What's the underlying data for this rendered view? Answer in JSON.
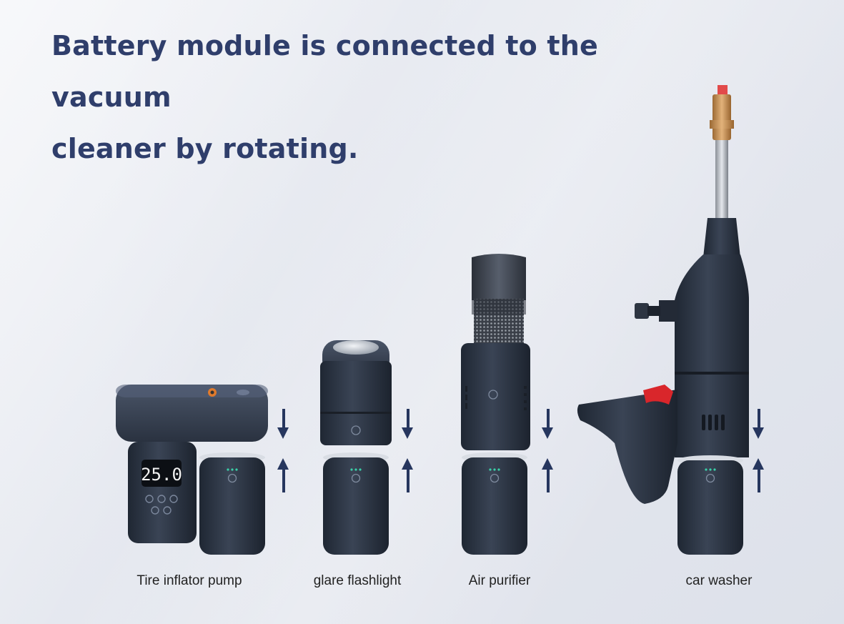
{
  "headline": {
    "line1": "Battery module is connected to the vacuum",
    "line2": "cleaner by rotating."
  },
  "products": [
    {
      "label": "Tire inflator pump",
      "icon": "tire-inflator-pump-icon"
    },
    {
      "label": "glare flashlight",
      "icon": "flashlight-icon"
    },
    {
      "label": "Air purifier",
      "icon": "air-purifier-icon"
    },
    {
      "label": "car washer",
      "icon": "car-washer-icon"
    }
  ],
  "inflator_display": "25.0",
  "colors": {
    "headline": "#2f3e6b",
    "device_body": "#2c3545",
    "arrow": "#26365e",
    "trigger_red": "#d9262b",
    "brass": "#c8965a"
  }
}
